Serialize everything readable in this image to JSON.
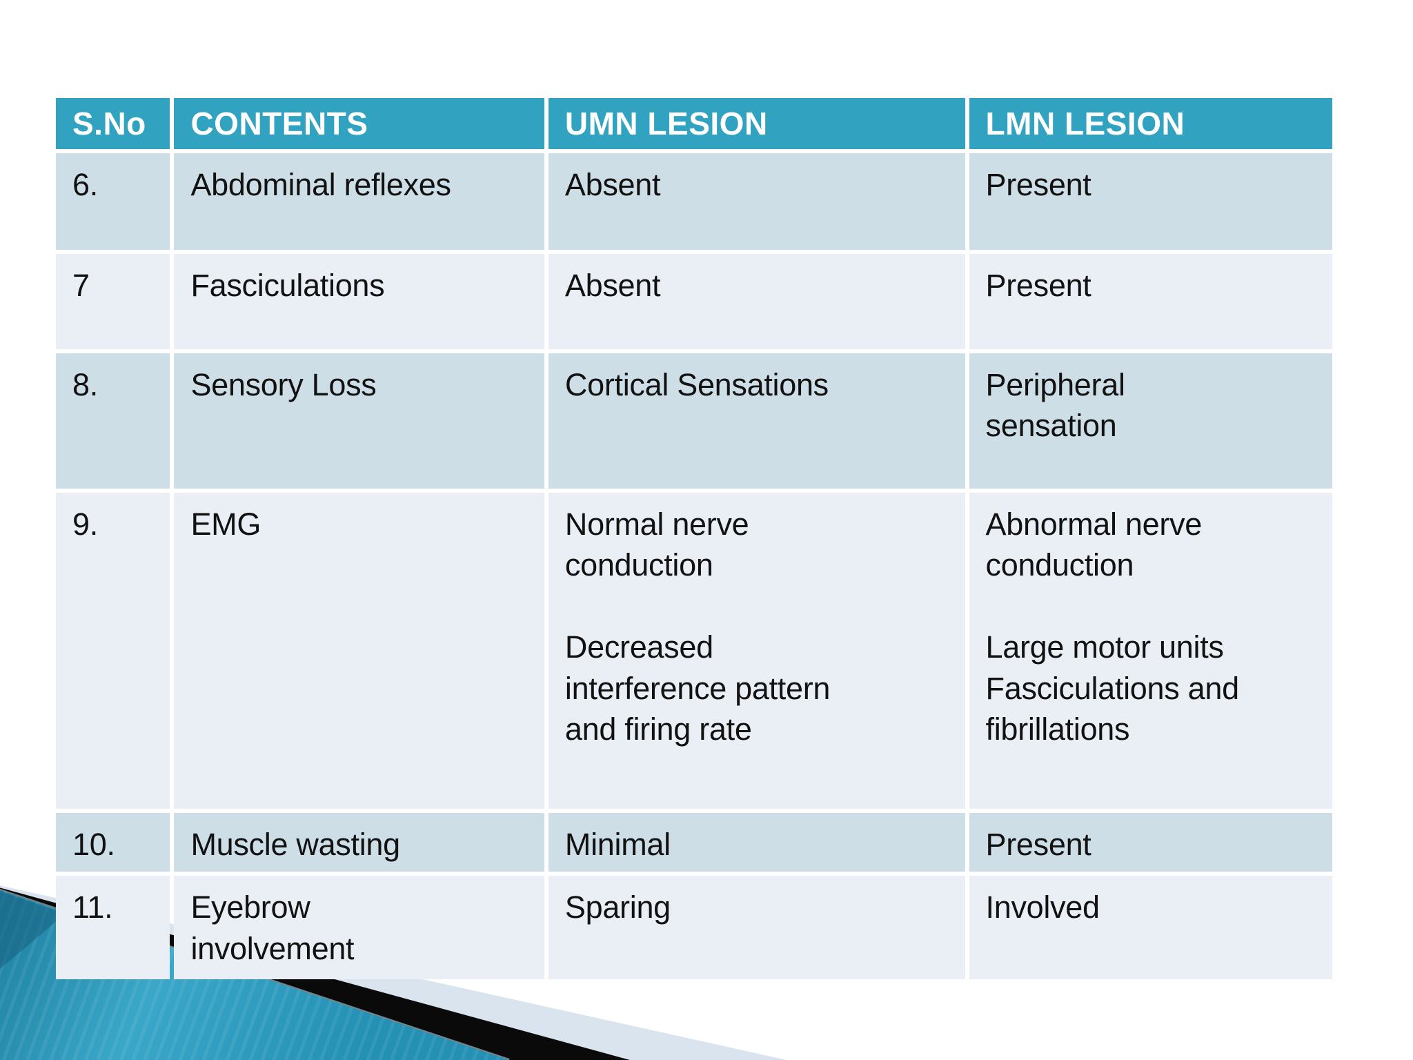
{
  "slide": {
    "kind": "presentation-slide",
    "background_color": "#ffffff"
  },
  "table": {
    "headers": {
      "sno": "S.No",
      "contents": "CONTENTS",
      "umn": "UMN LESION",
      "lmn": "LMN LESION"
    },
    "rows": [
      {
        "sno": "6.",
        "contents": "Abdominal reflexes",
        "umn": "Absent",
        "lmn": "Present"
      },
      {
        "sno": "7",
        "contents": "Fasciculations",
        "umn": "Absent",
        "lmn": "Present"
      },
      {
        "sno": "8.",
        "contents": "Sensory Loss",
        "umn": "Cortical Sensations",
        "lmn": "Peripheral\nsensation"
      },
      {
        "sno": "9.",
        "contents": "EMG",
        "umn": "Normal nerve\nconduction\n\nDecreased\ninterference pattern\nand firing rate",
        "lmn": "Abnormal nerve\nconduction\n\nLarge motor units\nFasciculations and\nfibrillations"
      },
      {
        "sno": "10.",
        "contents": "Muscle wasting",
        "umn": "Minimal",
        "lmn": "Present"
      },
      {
        "sno": "11.",
        "contents": "Eyebrow\ninvolvement",
        "umn": "Sparing",
        "lmn": "Involved"
      }
    ]
  },
  "colors": {
    "header_fill": "#31a2c0",
    "header_text": "#ffffff",
    "row_band_dark": "#cddee7",
    "row_band_light": "#e9eff5",
    "body_text": "#121212",
    "ribbon_teal_bright": "#3aa7c9",
    "ribbon_teal_dark": "#1d7fa0",
    "ribbon_black": "#0a0a0a",
    "ribbon_pale": "#d9e4ee"
  }
}
